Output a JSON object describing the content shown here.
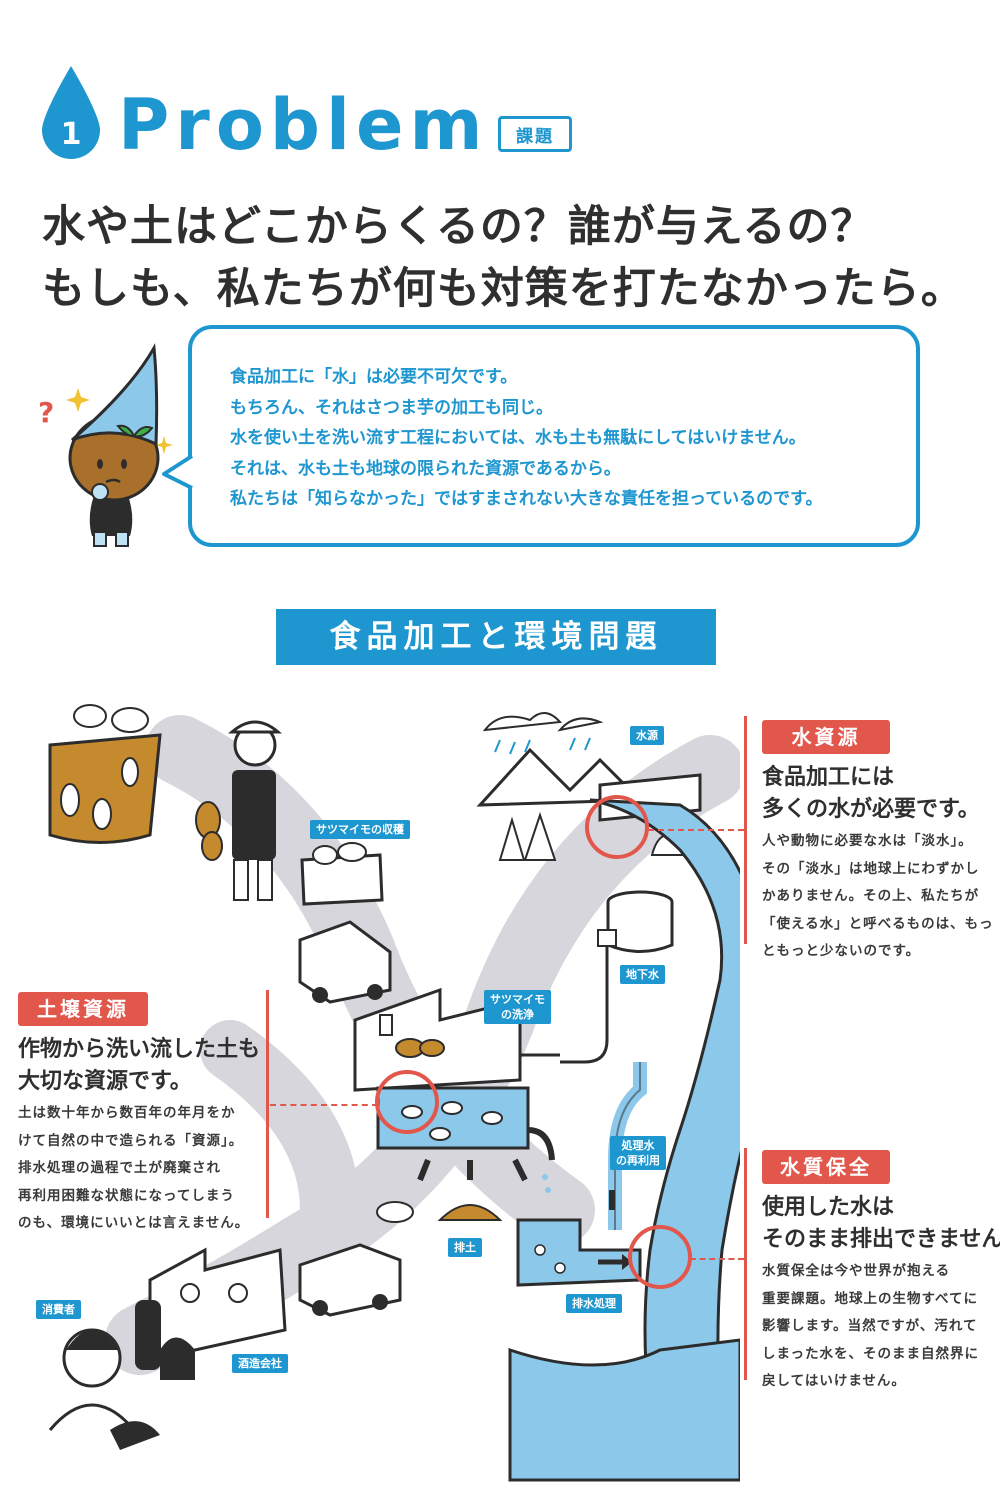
{
  "header": {
    "number": "1",
    "title": "Problem",
    "badge": "課題"
  },
  "headline": {
    "line1": "水や土はどこからくるの？誰が与えるの？",
    "line2": "もしも、私たちが何も対策を打たなかったら。"
  },
  "speech_bubble": {
    "lines": [
      "食品加工に「水」は必要不可欠です。",
      "もちろん、それはさつま芋の加工も同じ。",
      "水を使い土を洗い流す工程においては、水も土も無駄にしてはいけません。",
      "それは、水も土も地球の限られた資源であるから。",
      "私たちは「知らなかった」ではすまされない大きな責任を担っているのです。"
    ]
  },
  "section_title": "食品加工と環境問題",
  "panels": {
    "water_resource": {
      "label": "水資源",
      "heading": [
        "食品加工には",
        "多くの水が必要です。"
      ],
      "body": [
        "人や動物に必要な水は「淡水」。",
        "その「淡水」は地球上にわずかし",
        "かありません。その上、私たちが",
        "「使える水」と呼べるものは、もっ",
        "ともっと少ないのです。"
      ]
    },
    "soil_resource": {
      "label": "土壌資源",
      "heading": [
        "作物から洗い流した土も",
        "大切な資源です。"
      ],
      "body": [
        "土は数十年から数百年の年月をか",
        "けて自然の中で造られる「資源」。",
        "排水処理の過程で土が廃棄され",
        "再利用困難な状態になってしまう",
        "のも、環境にいいとは言えません。"
      ]
    },
    "water_quality": {
      "label": "水質保全",
      "heading": [
        "使用した水は",
        "そのまま排出できません。"
      ],
      "body": [
        "水質保全は今や世界が抱える",
        "重要課題。地球上の生物すべてに",
        "影響します。当然ですが、汚れて",
        "しまった水を、そのまま自然界に",
        "戻してはいけません。"
      ]
    }
  },
  "diagram_labels": {
    "water_source": "水源",
    "harvest": "サツマイモの収穫",
    "groundwater": "地下水",
    "washing": [
      "サツマイモ",
      "の洗浄"
    ],
    "reuse": [
      "処理水",
      "の再利用"
    ],
    "soil_discharge": "排土",
    "wastewater": "排水処理",
    "consumer": "消費者",
    "brewery": "酒造会社"
  },
  "colors": {
    "blue": "#1e96cf",
    "red": "#e2574c",
    "light_blue": "#8cc8ea",
    "brown": "#c58a2e",
    "gray_path": "#d6d6dc"
  }
}
